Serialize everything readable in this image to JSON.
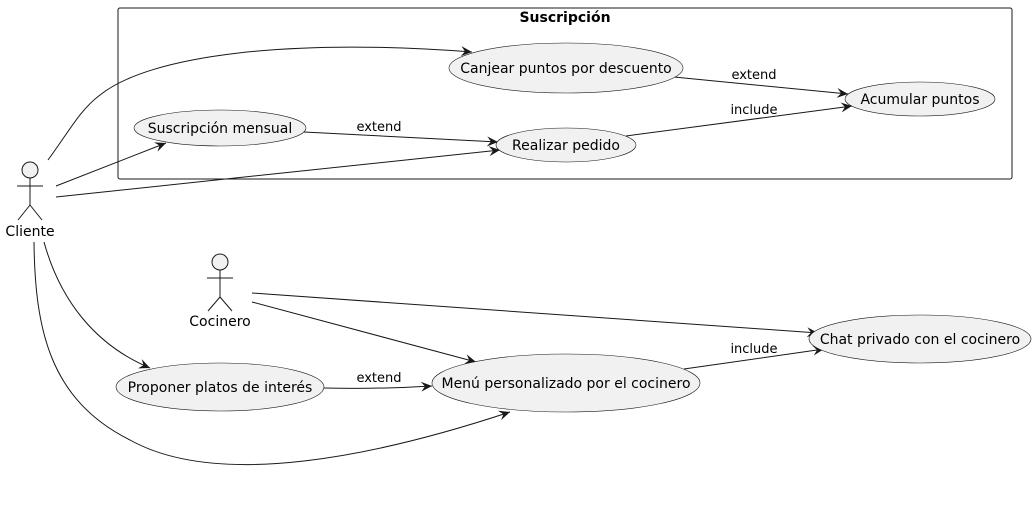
{
  "package": {
    "title": "Suscripción"
  },
  "actors": {
    "cliente": {
      "label": "Cliente"
    },
    "cocinero": {
      "label": "Cocinero"
    }
  },
  "usecases": {
    "canjear": {
      "label": "Canjear puntos por descuento"
    },
    "acumular": {
      "label": "Acumular puntos"
    },
    "suscripcion": {
      "label": "Suscripción mensual"
    },
    "pedido": {
      "label": "Realizar pedido"
    },
    "chat": {
      "label": "Chat privado con el cocinero"
    },
    "proponer": {
      "label": "Proponer platos de interés"
    },
    "menu": {
      "label": "Menú personalizado por el cocinero"
    }
  },
  "relations": {
    "canjear_acumular": "extend",
    "pedido_acumular": "include",
    "suscripcion_pedido": "extend",
    "proponer_menu": "extend",
    "menu_chat": "include"
  },
  "colors": {
    "usecase_fill": "#f1f1f1",
    "stroke": "#181818",
    "background": "#ffffff"
  }
}
